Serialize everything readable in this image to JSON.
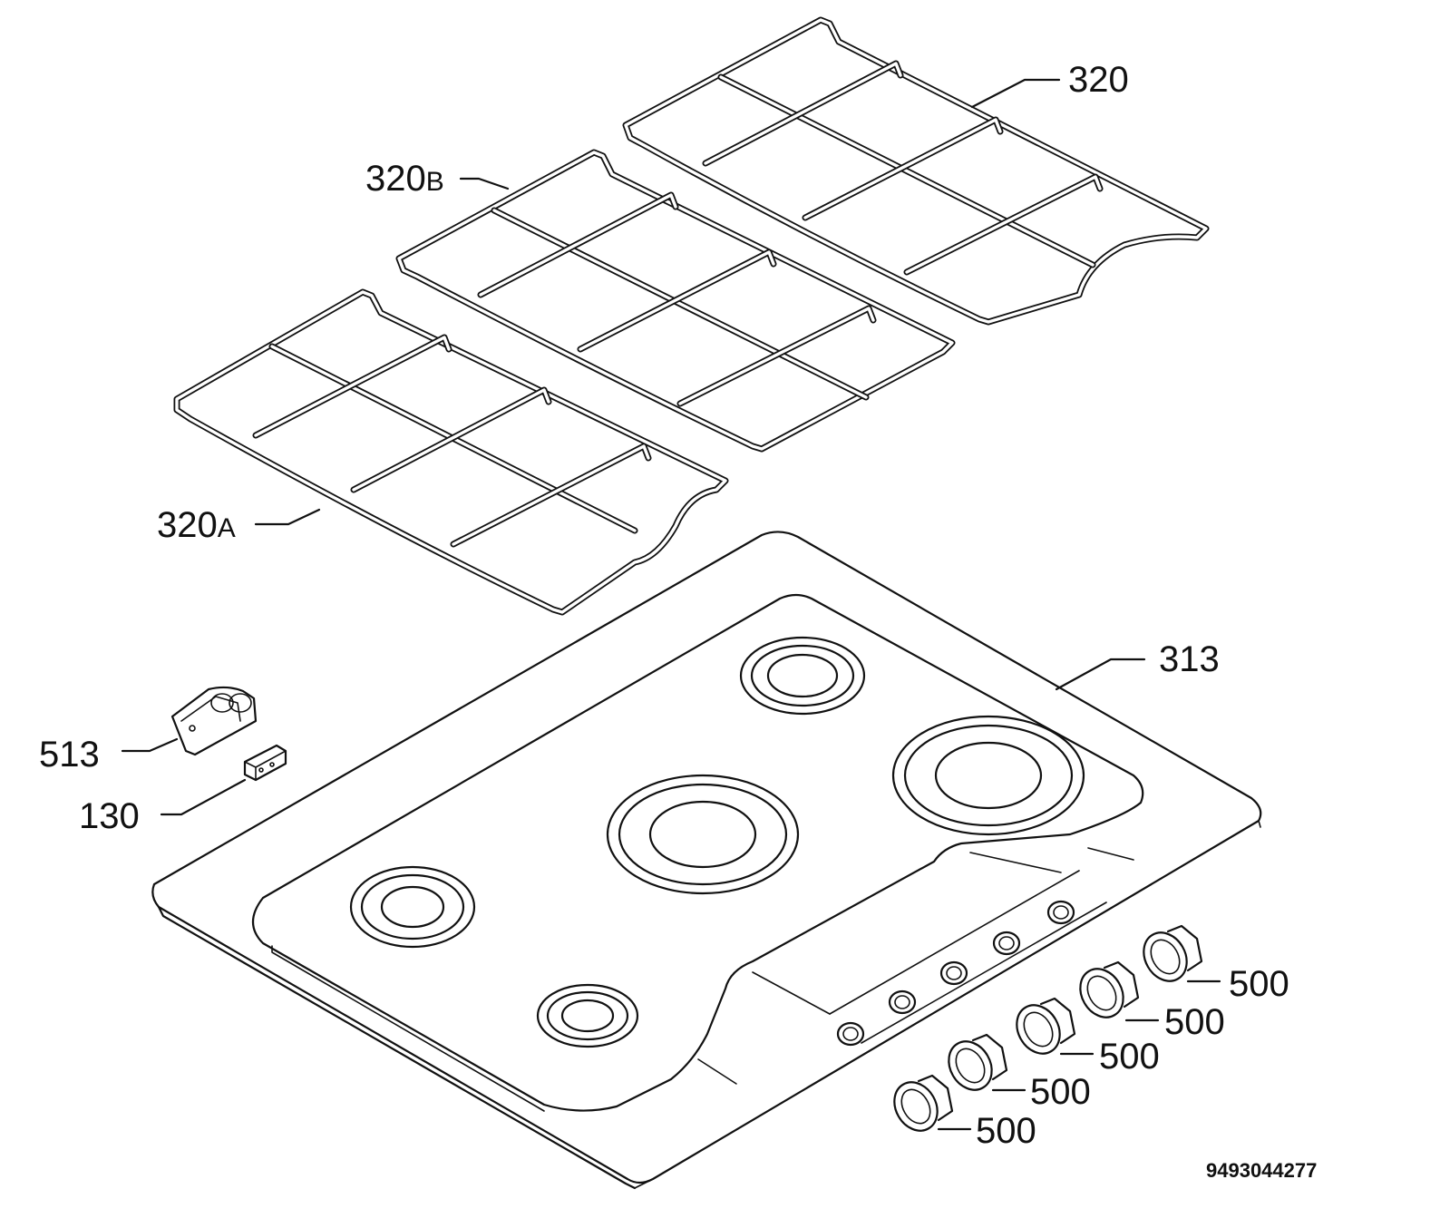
{
  "labels": {
    "grid_320": "320",
    "grid_320B_num": "320",
    "grid_320B_suffix": "B",
    "grid_320A_num": "320",
    "grid_320A_suffix": "A",
    "hob_313": "313",
    "part_513": "513",
    "part_130": "130",
    "knobs": [
      "500",
      "500",
      "500",
      "500",
      "500"
    ]
  },
  "drawing_code": "9493044277"
}
